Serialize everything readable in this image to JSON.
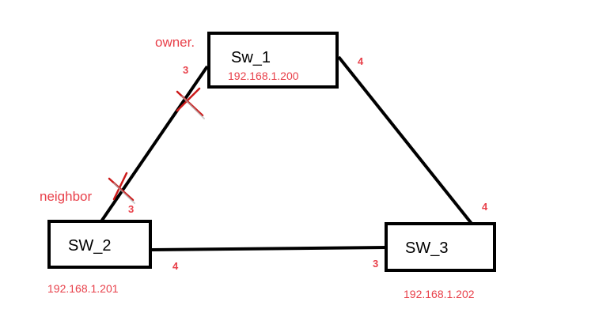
{
  "colors": {
    "line": "#000000",
    "text": "#000000",
    "accent": "#e8404a",
    "background": "#ffffff"
  },
  "switches": [
    {
      "name": "Sw_1",
      "ip": "192.168.1.200",
      "role": "owner."
    },
    {
      "name": "SW_2",
      "ip": "192.168.1.201",
      "role": "neighbor"
    },
    {
      "name": "SW_3",
      "ip": "192.168.1.202"
    }
  ],
  "links": [
    {
      "from": "Sw_1",
      "to": "SW_2",
      "from_port": "3",
      "to_port": "3",
      "blocked": true
    },
    {
      "from": "Sw_1",
      "to": "SW_3",
      "from_port": "4",
      "to_port": "4",
      "blocked": false
    },
    {
      "from": "SW_2",
      "to": "SW_3",
      "from_port": "4",
      "to_port": "3",
      "blocked": false
    }
  ],
  "icons": [
    "blocked-port-x-icon",
    "blocked-port-x-icon"
  ]
}
